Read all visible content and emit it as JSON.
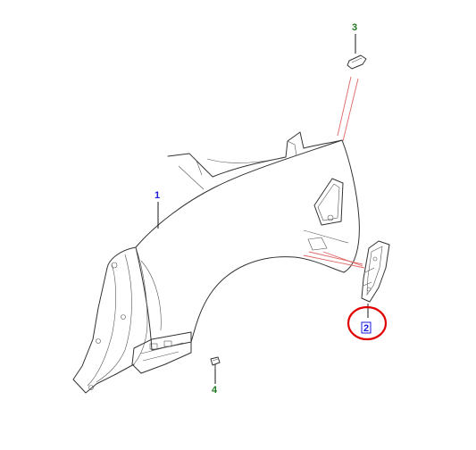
{
  "callouts": [
    {
      "id": "1",
      "label": "1",
      "color": "#1a1ae0"
    },
    {
      "id": "2",
      "label": "2",
      "color": "#1a1ae0"
    },
    {
      "id": "3",
      "label": "3",
      "color": "#1f7a1f"
    },
    {
      "id": "4",
      "label": "4",
      "color": "#1f7a1f"
    }
  ],
  "highlight": {
    "target": "2",
    "color": "#e00000"
  },
  "colors": {
    "leader_lines": "#e06666",
    "outline": "#333333"
  }
}
